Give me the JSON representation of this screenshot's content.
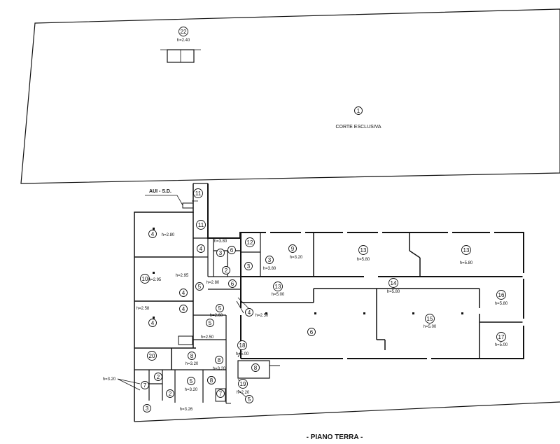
{
  "title": "- PIANO TERRA -",
  "top_label": "AUI - S.D.",
  "court_label": "CORTE ESCLUSIVA",
  "markers": [
    {
      "n": "22",
      "h": "h=2.40"
    },
    {
      "n": "1",
      "h": ""
    },
    {
      "n": "11",
      "h": ""
    },
    {
      "n": "11",
      "h": ""
    },
    {
      "n": "4",
      "h": "h=2.80"
    },
    {
      "n": "4",
      "h": ""
    },
    {
      "n": "10",
      "h": "h=2.95"
    },
    {
      "n": "4",
      "h": "h=2.95"
    },
    {
      "n": "4",
      "h": ""
    },
    {
      "n": "4",
      "h": ""
    },
    {
      "n": "5",
      "h": ""
    },
    {
      "n": "5",
      "h": "h=2.60"
    },
    {
      "n": "3",
      "h": "h=3.80"
    },
    {
      "n": "6",
      "h": ""
    },
    {
      "n": "2",
      "h": ""
    },
    {
      "n": "3",
      "h": ""
    },
    {
      "n": "12",
      "h": ""
    },
    {
      "n": "3",
      "h": "h=3.80"
    },
    {
      "n": "6",
      "h": "h=2.80"
    },
    {
      "n": "4",
      "h": "h=2.50"
    },
    {
      "n": "5",
      "h": "h=2.50"
    },
    {
      "n": "9",
      "h": "h=3.20"
    },
    {
      "n": "13",
      "h": "h=5.80"
    },
    {
      "n": "13",
      "h": "h=5.80"
    },
    {
      "n": "13",
      "h": "h=5.00"
    },
    {
      "n": "14",
      "h": "h=5.80"
    },
    {
      "n": "6",
      "h": ""
    },
    {
      "n": "15",
      "h": "h=5.00"
    },
    {
      "n": "16",
      "h": "h=5.80"
    },
    {
      "n": "17",
      "h": "h=5.00"
    },
    {
      "n": "18",
      "h": "h=5.00"
    },
    {
      "n": "20",
      "h": ""
    },
    {
      "n": "8",
      "h": "h=3.20"
    },
    {
      "n": "8",
      "h": "h=3.20"
    },
    {
      "n": "8",
      "h": ""
    },
    {
      "n": "19",
      "h": "h=2.20"
    },
    {
      "n": "5",
      "h": ""
    },
    {
      "n": "7",
      "h": ""
    },
    {
      "n": "2",
      "h": ""
    },
    {
      "n": "6",
      "h": ""
    },
    {
      "n": "2",
      "h": ""
    },
    {
      "n": "5",
      "h": "h=3.20"
    },
    {
      "n": "8",
      "h": ""
    },
    {
      "n": "7",
      "h": ""
    },
    {
      "n": "3",
      "h": ""
    }
  ],
  "loose_labels": [
    "h=2.58",
    "h=3.20",
    "h=3.26"
  ]
}
